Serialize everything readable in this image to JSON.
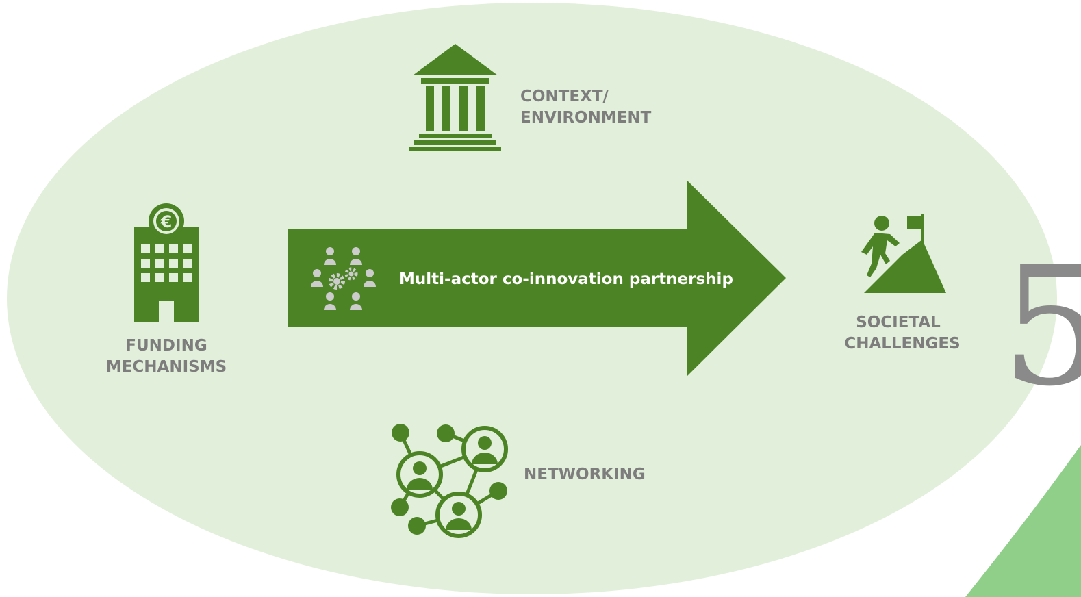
{
  "colors": {
    "ellipse": "#e2efda",
    "icon_green": "#4b8325",
    "arrow_green": "#4b8325",
    "corner_green": "#90cf8a",
    "label_gray": "#7d7d7d",
    "people_gray": "#cccccc"
  },
  "center": {
    "arrow_label": "Multi-actor co-innovation partnership",
    "icon": "people-gears-icon"
  },
  "nodes": {
    "context": {
      "line1": "CONTEXT/",
      "line2": "ENVIRONMENT",
      "icon": "government-building-icon"
    },
    "funding": {
      "line1": "FUNDING",
      "line2": "MECHANISMS",
      "icon": "euro-bank-building-icon"
    },
    "societal": {
      "line1": "SOCIETAL",
      "line2": "CHALLENGES",
      "icon": "person-climbing-mountain-icon"
    },
    "networking": {
      "line1": "NETWORKING",
      "icon": "people-network-icon"
    }
  },
  "page_number": "5"
}
